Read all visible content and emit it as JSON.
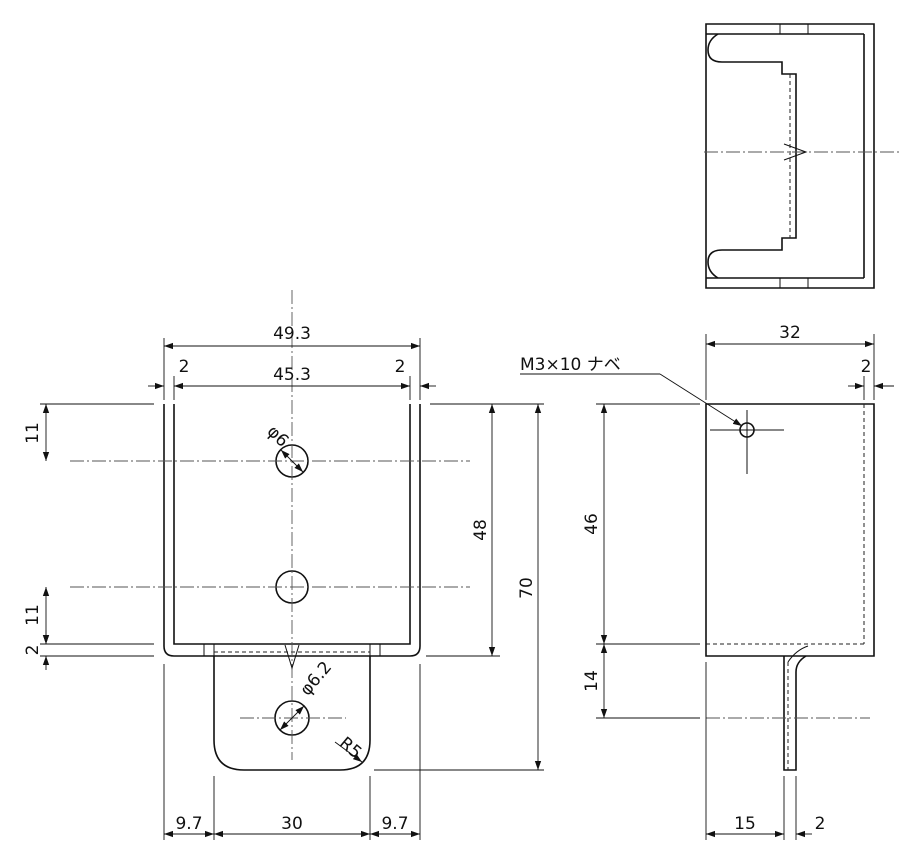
{
  "front_view": {
    "overall_width": "49.3",
    "inner_width": "45.3",
    "wall_left": "2",
    "wall_right": "2",
    "hole_top_offset": "11",
    "hole_bottom_offset": "11",
    "base_thickness": "2",
    "hole_spacing": "48",
    "total_height": "70",
    "hole_diameter": "φ6",
    "tab_hole_diameter": "φ6.2",
    "tab_corner_radius": "R5",
    "bottom_left": "9.7",
    "bottom_middle": "30",
    "bottom_right": "9.7"
  },
  "side_view": {
    "screw_note": "M3×10 ナベ",
    "overall_depth": "32",
    "wall_thickness": "2",
    "height_upper": "46",
    "tab_height": "14",
    "tab_offset": "15",
    "tab_thickness": "2"
  }
}
